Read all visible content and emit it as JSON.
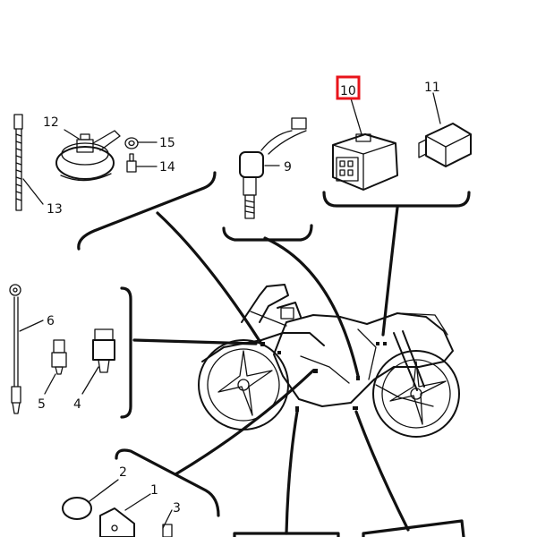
{
  "callouts": {
    "c1": "1",
    "c2": "2",
    "c3": "3",
    "c4": "4",
    "c5": "5",
    "c6": "6",
    "c9": "9",
    "c10": "10",
    "c11": "11",
    "c12": "12",
    "c13": "13",
    "c14": "14",
    "c15": "15"
  },
  "highlight": {
    "target": "10",
    "color": "#e8141b"
  }
}
